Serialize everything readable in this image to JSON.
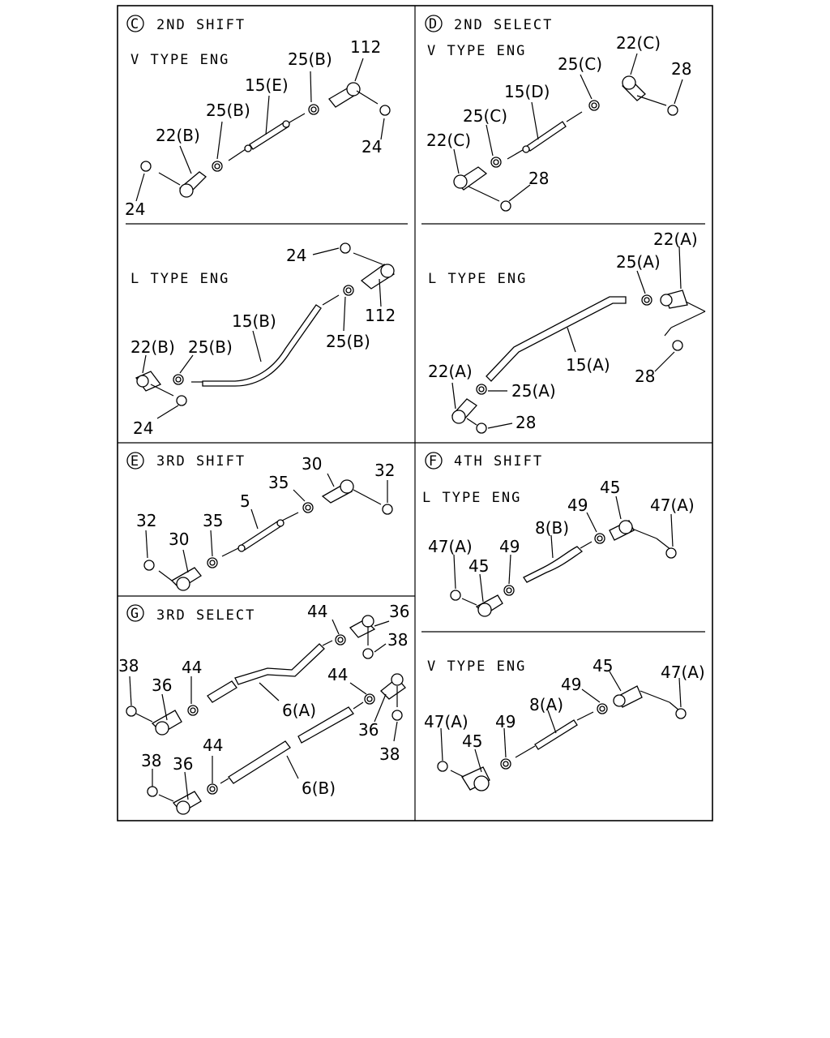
{
  "sections": {
    "c": {
      "letter": "C",
      "title": "2ND SHIFT"
    },
    "d": {
      "letter": "D",
      "title": "2ND SELECT"
    },
    "e": {
      "letter": "E",
      "title": "3RD SHIFT"
    },
    "f": {
      "letter": "F",
      "title": "4TH SHIFT"
    },
    "g": {
      "letter": "G",
      "title": "3RD SELECT"
    }
  },
  "subtitles": {
    "c_top": "V TYPE ENG",
    "c_bot": "L TYPE ENG",
    "d_top": "V TYPE ENG",
    "d_bot": "L TYPE ENG",
    "f_top": "L TYPE ENG",
    "f_bot": "V TYPE ENG"
  },
  "labels": {
    "c_v": [
      "25(B)",
      "112",
      "15(E)",
      "25(B)",
      "22(B)",
      "24",
      "24"
    ],
    "c_l": [
      "24",
      "15(B)",
      "112",
      "25(B)",
      "22(B)",
      "25(B)",
      "24"
    ],
    "d_v": [
      "22(C)",
      "25(C)",
      "28",
      "15(D)",
      "25(C)",
      "22(C)",
      "28"
    ],
    "d_l": [
      "22(A)",
      "25(A)",
      "15(A)",
      "28",
      "22(A)",
      "25(A)",
      "28"
    ],
    "e": [
      "30",
      "32",
      "35",
      "5",
      "32",
      "35",
      "30"
    ],
    "f_l": [
      "45",
      "47(A)",
      "49",
      "8(B)",
      "47(A)",
      "49",
      "45"
    ],
    "f_v": [
      "45",
      "47(A)",
      "49",
      "8(A)",
      "47(A)",
      "49",
      "45"
    ],
    "g": [
      "44",
      "36",
      "38",
      "38",
      "44",
      "36",
      "44",
      "6(A)",
      "36",
      "38",
      "38",
      "36",
      "44",
      "6(B)"
    ]
  }
}
